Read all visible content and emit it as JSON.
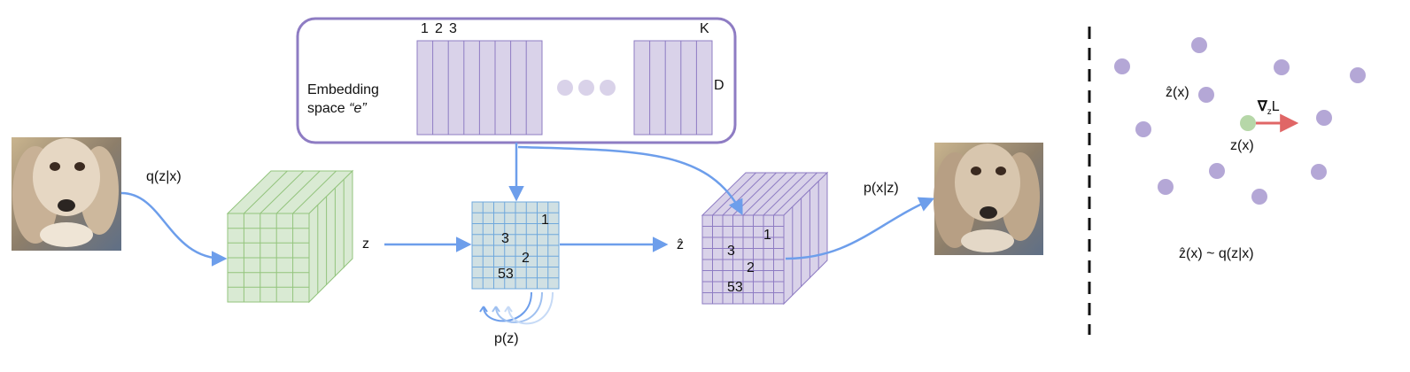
{
  "embedding": {
    "label_line1": "Embedding",
    "label_line2": "space ",
    "label_italic": "“e”",
    "index_1": "1",
    "index_2": "2",
    "index_3": "3",
    "index_k": "K",
    "dim_d": "D"
  },
  "encoder": {
    "label": "q(z|x)"
  },
  "latent": {
    "label": "z"
  },
  "grid_codes": {
    "a": "1",
    "b": "3",
    "c": "2",
    "d": "53"
  },
  "prior": {
    "label": "p(z)"
  },
  "quantized": {
    "label": "ẑ"
  },
  "decoder": {
    "label": "p(x|z)"
  },
  "right_panel": {
    "zhat_label": "ẑ(x)",
    "grad_nabla": "∇",
    "grad_sub": "z",
    "grad_L": "L",
    "zx_label": "z(x)",
    "relation": "ẑ(x) ~ q(z|x)"
  },
  "colors": {
    "arrow": "#6d9eeb",
    "green_face": "#d9ead3",
    "green_line": "#93c47d",
    "blue_face": "#d0e0e3",
    "blue_line": "#6fa8dc",
    "purple_face": "#d9d2e9",
    "purple_line": "#8e7cc3",
    "embed_border": "#8e7cc3",
    "purple_dot": "#b4a7d6",
    "green_dot": "#b6d7a8",
    "red_arrow": "#e06666"
  }
}
